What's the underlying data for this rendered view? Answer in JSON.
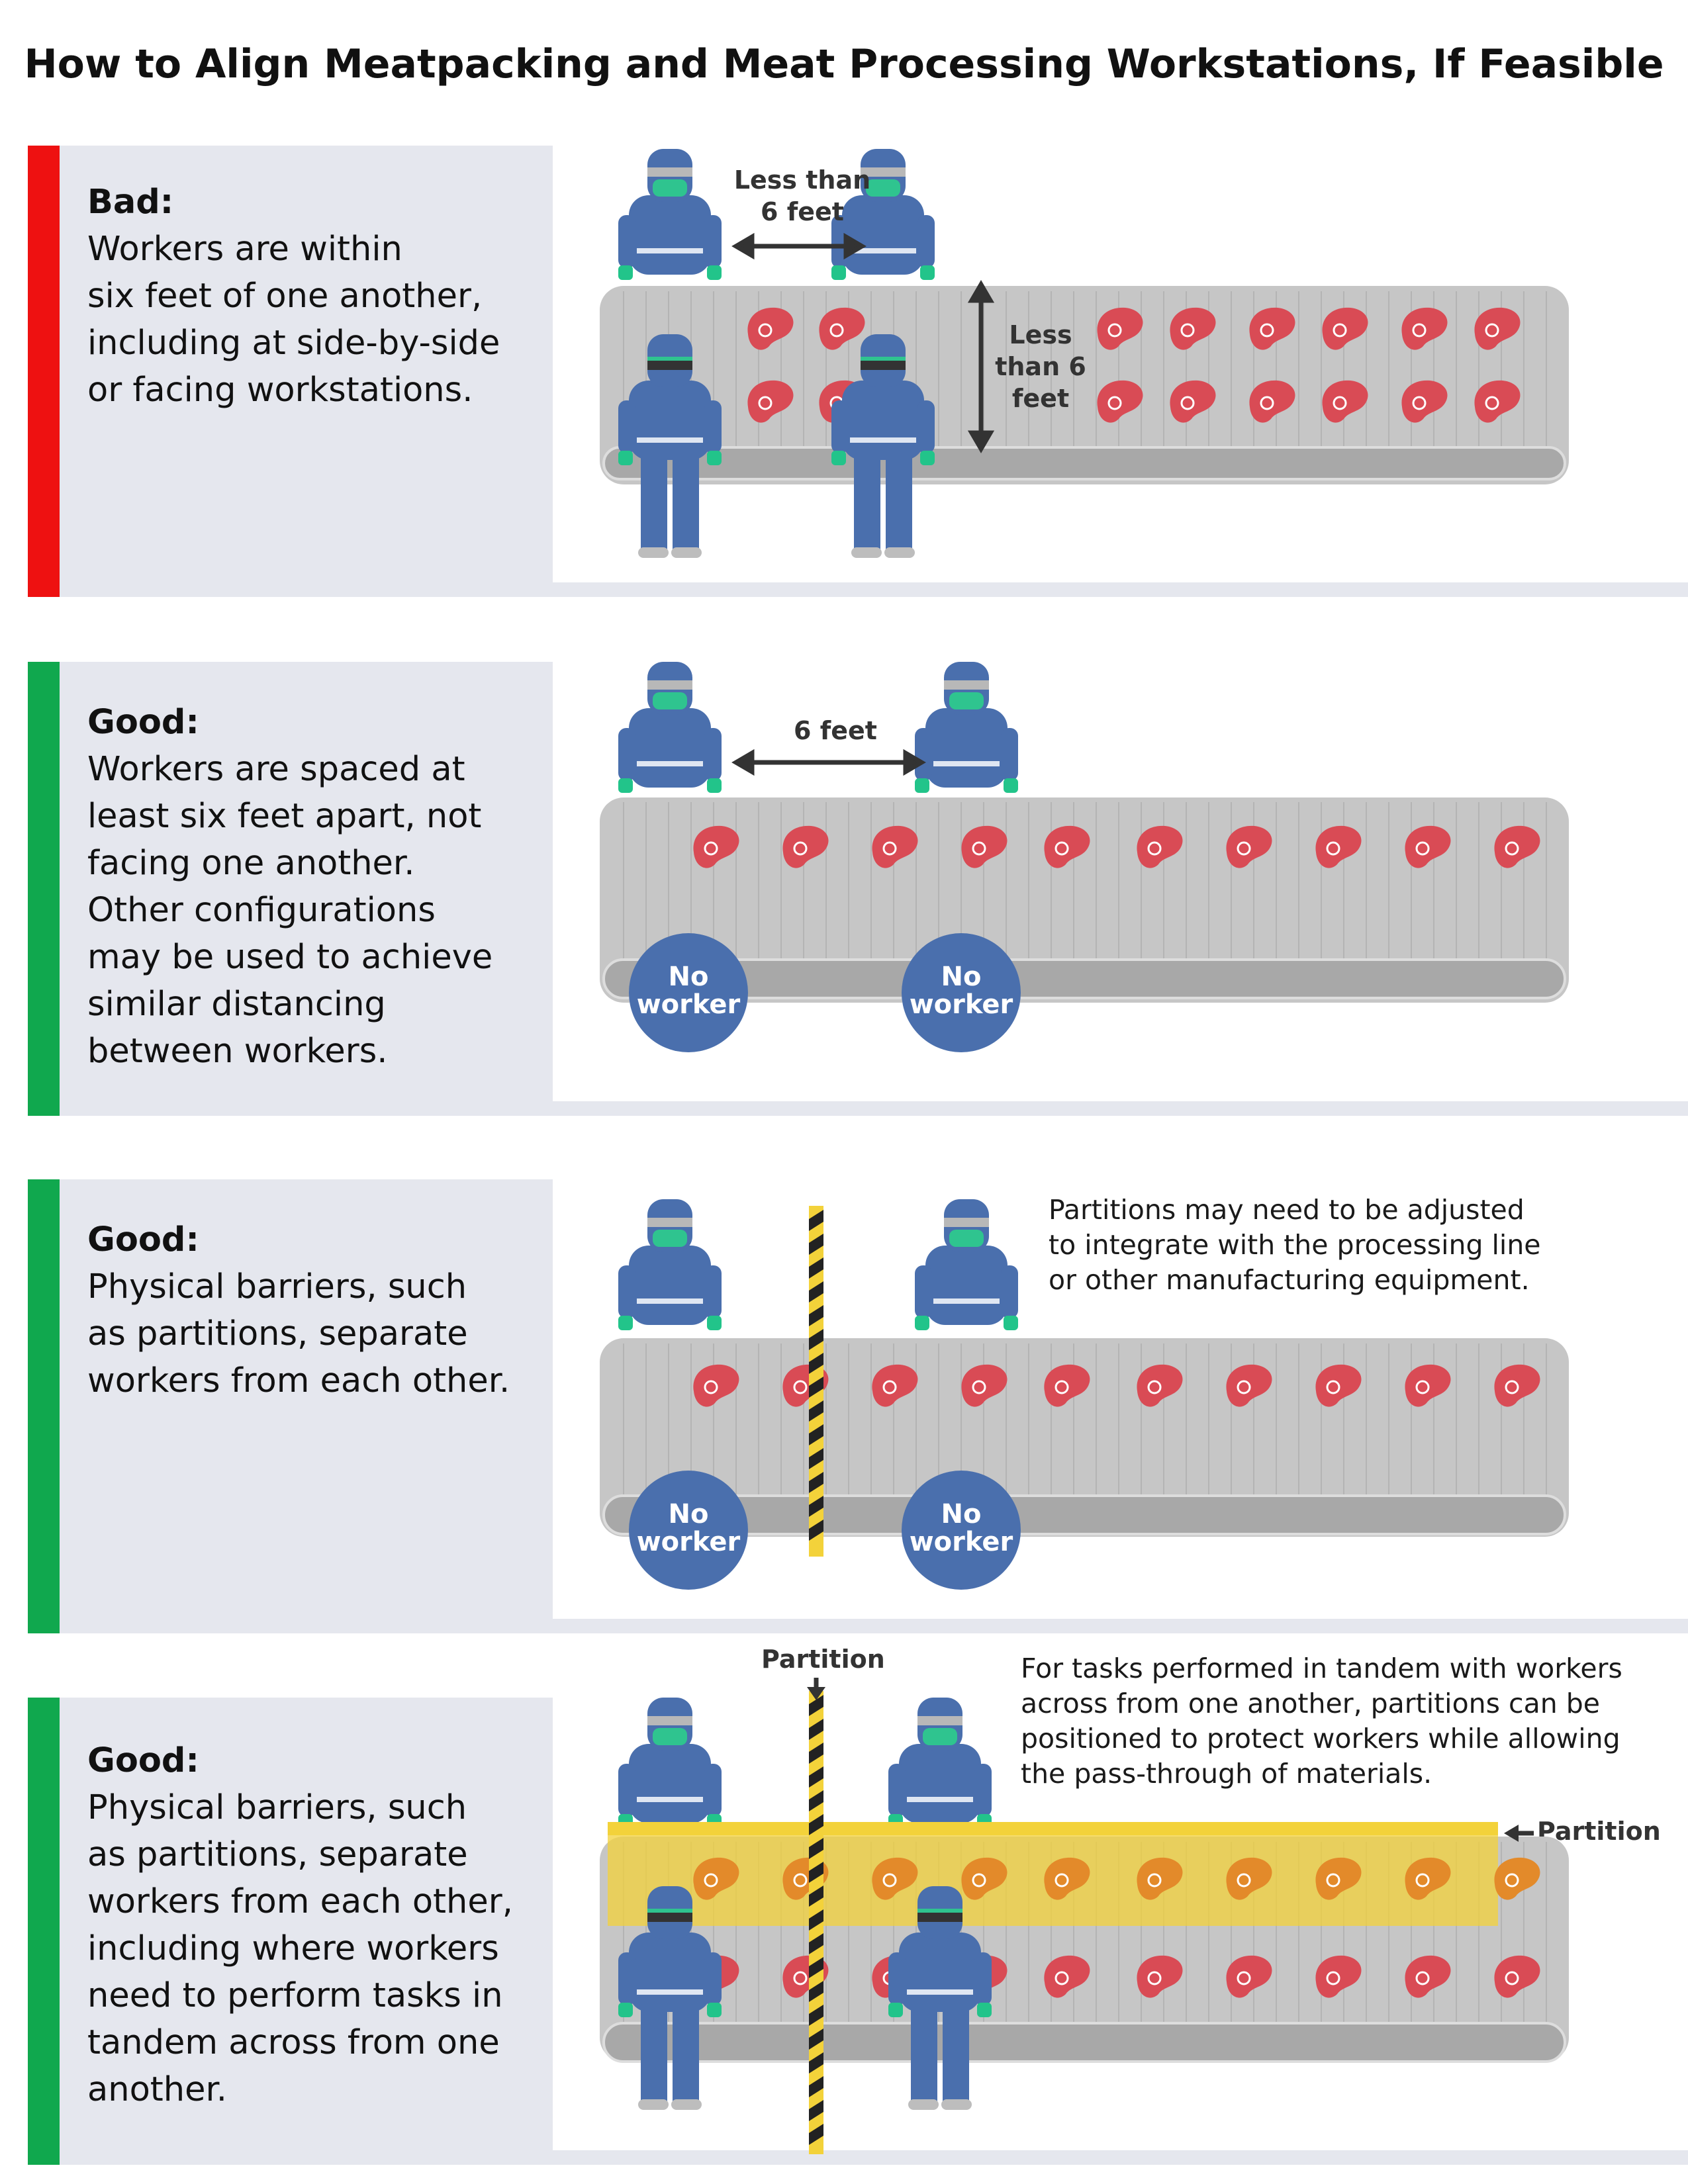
{
  "title": "How to Align Meatpacking and Meat Processing Workstations, If Feasible",
  "colors": {
    "bad": "#ee1111",
    "good": "#10a84e",
    "panel_bg": "#e5e7ee",
    "conveyor": "#c6c6c6",
    "worker": "#4a6fad",
    "meat": "#d94b55",
    "partition_yellow": "#f3d23a"
  },
  "panels": [
    {
      "status": "bad",
      "heading": "Bad:",
      "body": [
        "Workers are within",
        "six feet of one another,",
        "including at side-by-side",
        "or facing workstations."
      ],
      "measure_top": [
        "Less than",
        "6 feet"
      ],
      "measure_side": [
        "Less",
        "than 6",
        "feet"
      ]
    },
    {
      "status": "good",
      "heading": "Good:",
      "body": [
        "Workers are spaced at",
        "least six feet apart, not",
        "facing one another.",
        "Other configurations",
        "may be used to achieve",
        "similar distancing",
        "between workers."
      ],
      "measure_top": "6 feet",
      "no_worker": [
        "No",
        "worker"
      ]
    },
    {
      "status": "good",
      "heading": "Good:",
      "body": [
        "Physical barriers, such",
        "as partitions, separate",
        "workers from each other."
      ],
      "note": [
        "Partitions may need to be adjusted",
        "to integrate with the processing line",
        "or other manufacturing equipment."
      ],
      "no_worker": [
        "No",
        "worker"
      ]
    },
    {
      "status": "good",
      "heading": "Good:",
      "body": [
        "Physical barriers, such",
        "as partitions, separate",
        "workers from each other,",
        "including where workers",
        "need to perform tasks in",
        "tandem across from one",
        "another."
      ],
      "note": [
        "For tasks performed in tandem with workers",
        "across from one another, partitions can be",
        "positioned to protect workers while allowing",
        "the pass-through of materials."
      ],
      "partition_label_top": "Partition",
      "partition_label_right": "Partition"
    }
  ]
}
